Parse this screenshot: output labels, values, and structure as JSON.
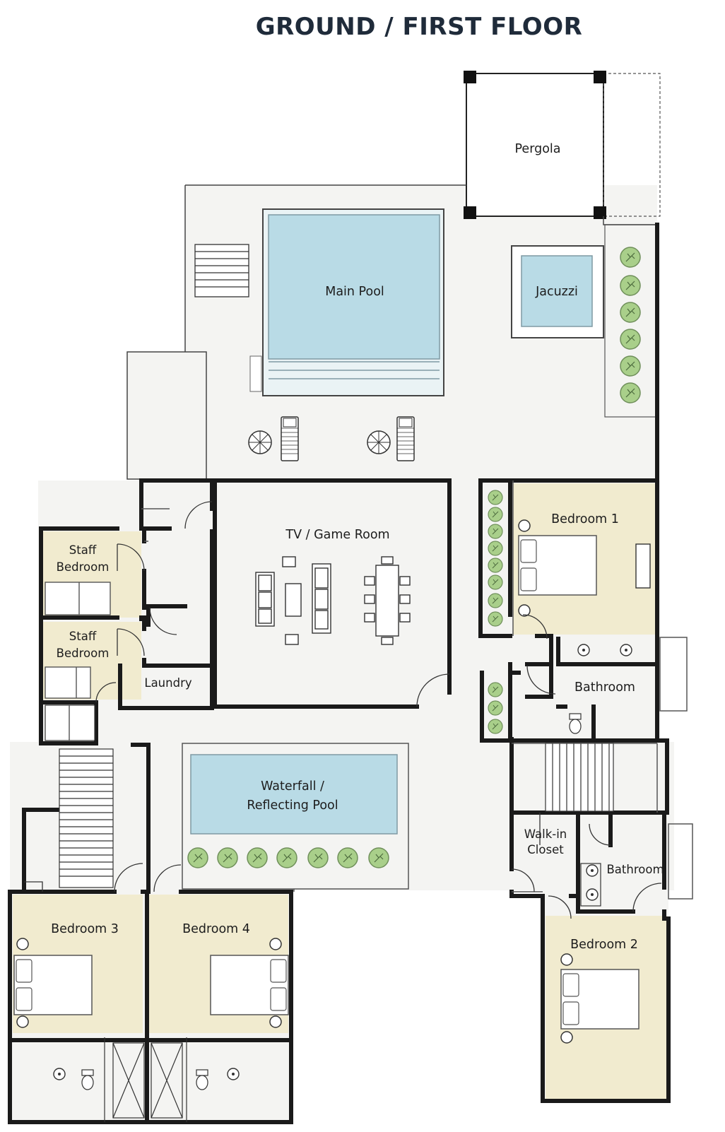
{
  "plan": {
    "title": "GROUND / FIRST FLOOR",
    "colors": {
      "wall": "#1a1a1a",
      "floor": "#f4f4f2",
      "bedroom": "#f1ebcf",
      "pool": "#b9dbe6",
      "pool_stroke": "#7f9aa3",
      "shrub": "#a9cf8a"
    },
    "rooms": {
      "pergola": "Pergola",
      "main_pool": "Main Pool",
      "jacuzzi": "Jacuzzi",
      "tv_game_room": "TV / Game Room",
      "bedroom_1": "Bedroom 1",
      "staff_bedroom_1": [
        "Staff",
        "Bedroom"
      ],
      "staff_bedroom_2": [
        "Staff",
        "Bedroom"
      ],
      "laundry": "Laundry",
      "bathroom_1": "Bathroom",
      "waterfall_pool": [
        "Waterfall /",
        "Reflecting Pool"
      ],
      "walk_in_closet": [
        "Walk-in",
        "Closet"
      ],
      "bathroom_2": "Bathroom",
      "bedroom_2": "Bedroom 2",
      "bedroom_3": "Bedroom 3",
      "bedroom_4": "Bedroom 4"
    }
  }
}
